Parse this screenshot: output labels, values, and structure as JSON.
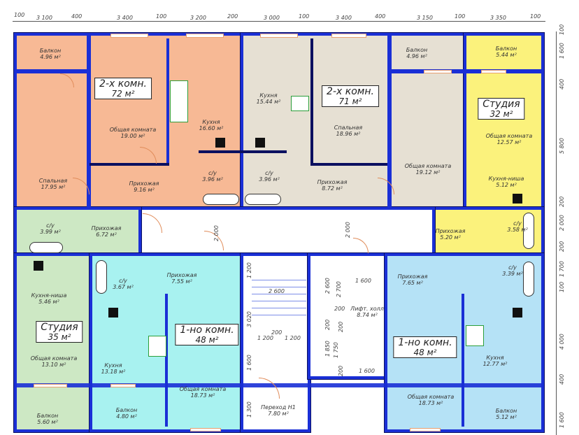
{
  "dimensions": {
    "top": [
      "100",
      "3 100",
      "400",
      "3 400",
      "100",
      "3 200",
      "200",
      "3 000",
      "100",
      "3 400",
      "400",
      "3 150",
      "100",
      "3 350",
      "100"
    ],
    "right": [
      "100",
      "1 600",
      "400",
      "5 800",
      "200",
      "2 000",
      "200",
      "1 700",
      "100",
      "4 000",
      "400",
      "1 600"
    ],
    "interior": [
      "2 000",
      "2 000",
      "2 600",
      "1 200",
      "3 020",
      "1 200",
      "200",
      "1 200",
      "1 600",
      "1 300",
      "1 600",
      "1 600",
      "2 600",
      "2 700",
      "200",
      "200",
      "200",
      "1 850",
      "1 750",
      "200"
    ]
  },
  "apartments": [
    {
      "title": "2-х комн.",
      "area": "72 м²"
    },
    {
      "title": "2-х комн.",
      "area": "71 м²"
    },
    {
      "title": "Студия",
      "area": "32 м²"
    },
    {
      "title": "Студия",
      "area": "35 м²"
    },
    {
      "title": "1-но комн.",
      "area": "48 м²"
    },
    {
      "title": "1-но комн.",
      "area": "48 м²"
    }
  ],
  "rooms": [
    {
      "name": "Балкон",
      "area": "4.96 м²"
    },
    {
      "name": "Общая комната",
      "area": "19.00 м²"
    },
    {
      "name": "Кухня",
      "area": "16.60 м²"
    },
    {
      "name": "Спальная",
      "area": "17.95 м²"
    },
    {
      "name": "Прихожая",
      "area": "9.16 м²"
    },
    {
      "name": "с/у",
      "area": "3.96 м²"
    },
    {
      "name": "Кухня",
      "area": "15.44 м²"
    },
    {
      "name": "с/у",
      "area": "3.96 м²"
    },
    {
      "name": "Спальная",
      "area": "18.96 м²"
    },
    {
      "name": "Прихожая",
      "area": "8.72 м²"
    },
    {
      "name": "Балкон",
      "area": "4.96 м²"
    },
    {
      "name": "Общая комната",
      "area": "19.12 м²"
    },
    {
      "name": "Балкон",
      "area": "5.44 м²"
    },
    {
      "name": "Общая комната",
      "area": "12.57 м²"
    },
    {
      "name": "Кухня-ниша",
      "area": "5.12 м²"
    },
    {
      "name": "Прихожая",
      "area": "5.20 м²"
    },
    {
      "name": "с/у",
      "area": "3.58 м²"
    },
    {
      "name": "с/у",
      "area": "3.99 м²"
    },
    {
      "name": "Прихожая",
      "area": "6.72 м²"
    },
    {
      "name": "Кухня-ниша",
      "area": "5.46 м²"
    },
    {
      "name": "Общая комната",
      "area": "13.10 м²"
    },
    {
      "name": "Балкон",
      "area": "5.60 м²"
    },
    {
      "name": "с/у",
      "area": "3.67 м²"
    },
    {
      "name": "Прихожая",
      "area": "7.55 м²"
    },
    {
      "name": "Кухня",
      "area": "13.18 м²"
    },
    {
      "name": "Общая комната",
      "area": "18.73 м²"
    },
    {
      "name": "Балкон",
      "area": "4.80 м²"
    },
    {
      "name": "Лифт. холл",
      "area": "8.74 м²"
    },
    {
      "name": "Переход Н1",
      "area": "7.80 м²"
    },
    {
      "name": "Прихожая",
      "area": "7.65 м²"
    },
    {
      "name": "с/у",
      "area": "3.39 м²"
    },
    {
      "name": "Кухня",
      "area": "12.77 м²"
    },
    {
      "name": "Общая комната",
      "area": "18.73 м²"
    },
    {
      "name": "Балкон",
      "area": "5.12 м²"
    }
  ],
  "colors": {
    "wall": "#1a2fd6",
    "apt72": "#f7b995",
    "apt71": "#e6e0d3",
    "studio32": "#fbf27c",
    "studio35": "#cde8c4",
    "apt48left": "#a8f2f0",
    "apt48right": "#b5e2f6"
  }
}
